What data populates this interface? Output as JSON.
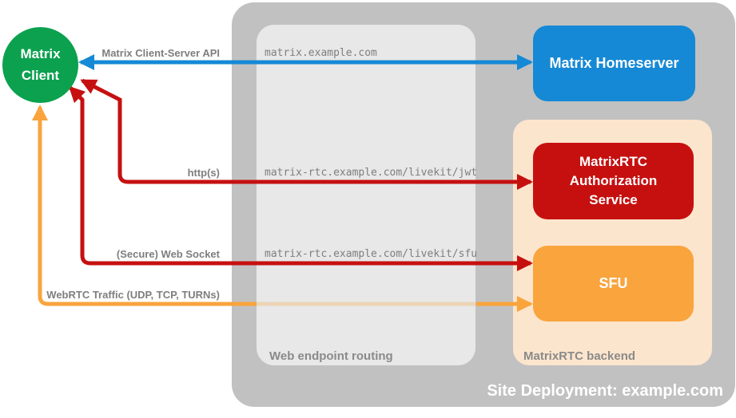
{
  "colors": {
    "green": "#0ba14f",
    "blue": "#1589d5",
    "red": "#c61010",
    "orange": "#f9a43d",
    "peach": "#fce5cd",
    "container_gray": "#c1c1c1",
    "routing_gray": "#e8e8e8",
    "label_gray": "#7e7e7e",
    "caption_gray": "#8a8a8a",
    "white": "#ffffff"
  },
  "nodes": {
    "client": {
      "label": "Matrix\nClient",
      "color": "green"
    },
    "homeserver": {
      "label": "Matrix Homeserver",
      "color": "blue"
    },
    "auth_service": {
      "label": "MatrixRTC Authorization Service",
      "color": "red"
    },
    "sfu": {
      "label": "SFU",
      "color": "orange"
    }
  },
  "containers": {
    "site": {
      "caption": "Site Deployment: example.com"
    },
    "routing": {
      "caption": "Web endpoint routing"
    },
    "backend": {
      "caption": "MatrixRTC backend"
    }
  },
  "connections": [
    {
      "label": "Matrix Client-Server API",
      "route": "matrix.example.com",
      "color": "blue",
      "from": "Matrix Client",
      "to": "Matrix Homeserver",
      "bidirectional": true
    },
    {
      "label": "http(s)",
      "route": "matrix-rtc.example.com/livekit/jwt",
      "color": "red",
      "from": "Matrix Client",
      "to": "MatrixRTC Authorization Service",
      "bidirectional": true
    },
    {
      "label": "(Secure) Web Socket",
      "route": "matrix-rtc.example.com/livekit/sfu",
      "color": "red",
      "from": "Matrix Client",
      "to": "SFU",
      "bidirectional": true
    },
    {
      "label": "WebRTC Traffic (UDP, TCP, TURNs)",
      "route": "",
      "color": "orange",
      "from": "Matrix Client",
      "to": "SFU",
      "bidirectional": true
    }
  ]
}
